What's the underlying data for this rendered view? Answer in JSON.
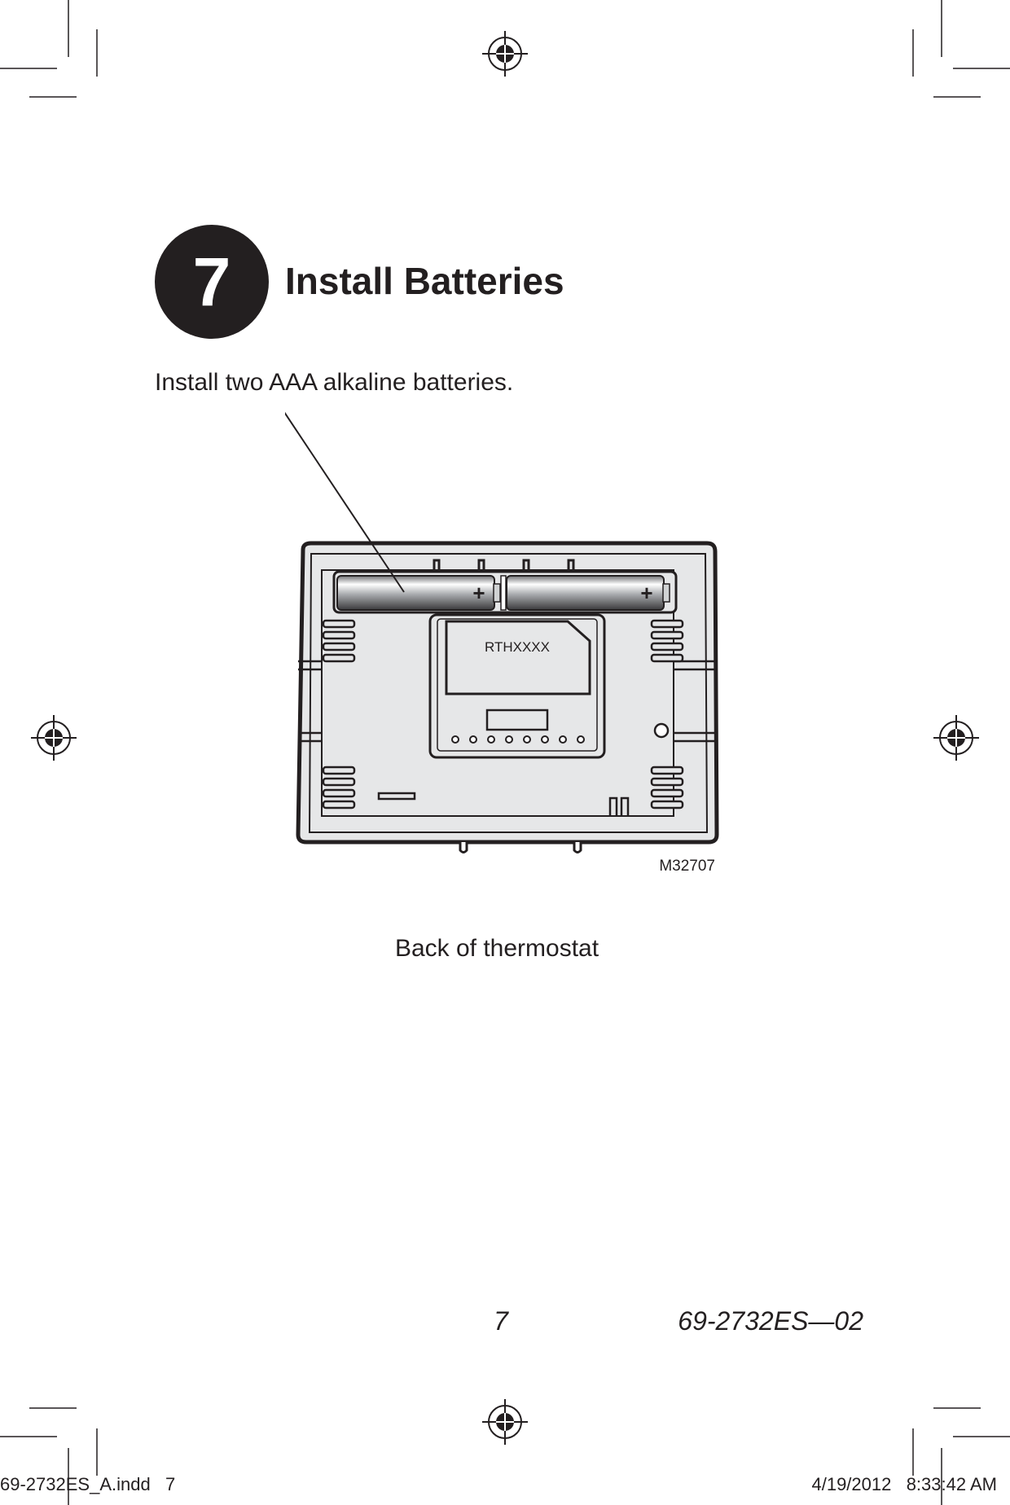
{
  "step": {
    "number": "7",
    "title": "Install Batteries"
  },
  "instruction": "Install two AAA alkaline batteries.",
  "figure": {
    "battery_polarity": "+",
    "model_label": "RTHXXXX",
    "figure_id": "M32707",
    "caption": "Back of thermostat"
  },
  "footer": {
    "page_number": "7",
    "document_number": "69-2732ES—02"
  },
  "print_slug": {
    "file": "69-2732ES_A.indd   7",
    "timestamp": "4/19/2012   8:33:42 AM"
  },
  "icons": [
    "registration-mark-icon",
    "crop-mark-icon"
  ],
  "colors": {
    "ink": "#231f20",
    "device_fill": "#e6e7e8",
    "paper": "#ffffff"
  }
}
